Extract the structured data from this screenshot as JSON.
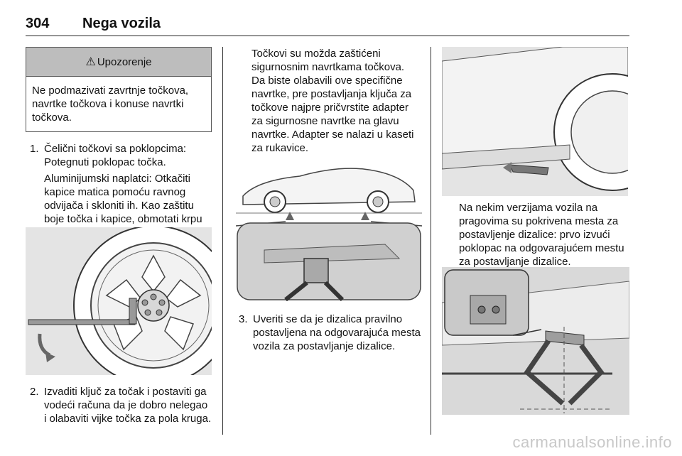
{
  "header": {
    "page_number": "304",
    "section_title": "Nega vozila"
  },
  "warning": {
    "icon": "warning-triangle-icon",
    "title": "Upozorenje",
    "body": "Ne podmazivati zavrtnje točkova, navrtke točkova i konuse navrtki točkova."
  },
  "steps": [
    {
      "num": "1.",
      "text": "Čelični točkovi sa poklopcima: Potegnuti poklopac točka.",
      "extra": "Aluminijumski naplatci: Otkačiti kapice matica pomoću ravnog odvijača i skloniti ih. Kao zaštitu boje točka i kapice, obmotati krpu oko vrha odvijača."
    },
    {
      "num": "2.",
      "text": "Izvaditi ključ za točak i postaviti ga vodeći računa da je dobro nelegao i olabaviti vijke točka za pola kruga."
    },
    {
      "num": "3.",
      "text": "Uveriti se da je dizalica pravilno postavljena na odgovarajuća mesta vozila za postavljanje dizalice."
    }
  ],
  "col2_intro": "Točkovi su možda zaštićeni sigurnosnim navrtkama točkova. Da biste olabavili ove specifične navrtke, pre postavljanja ključa za točkove najpre pričvrstite adapter za sigurnosne navrtke na glavu navrtke. Adapter se nalazi u kaseti za rukavice.",
  "col3_text": "Na nekim verzijama vozila na pragovima su pokrivena mesta za postavljenje dizalice: prvo izvući poklopac na odgovarajućem mestu za postavljanje dizalice.",
  "watermark": "carmanualsonline.info"
}
